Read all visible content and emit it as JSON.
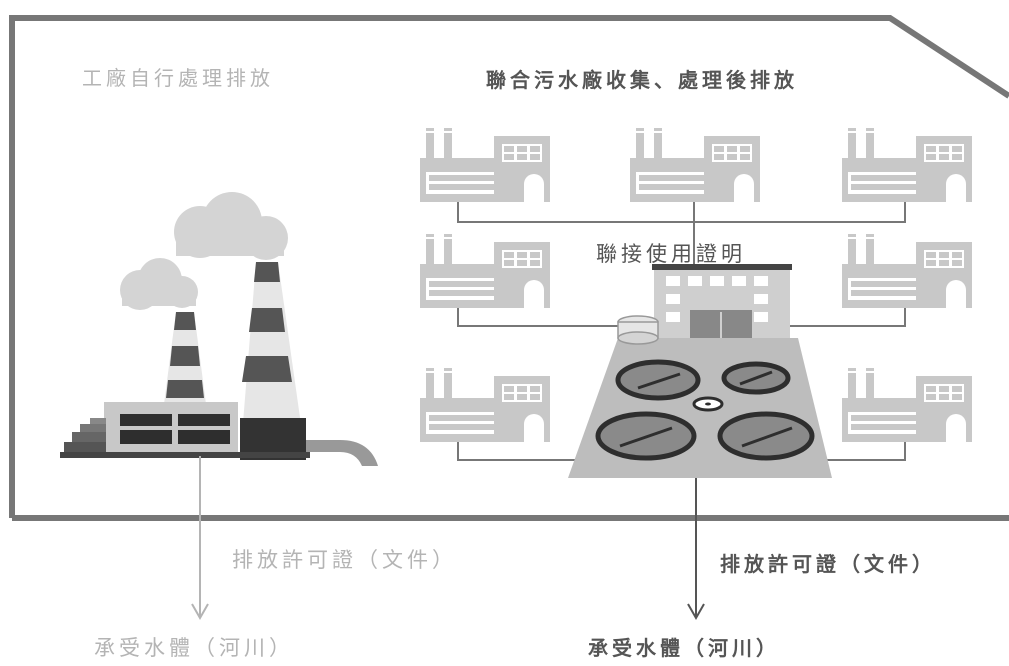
{
  "left_panel": {
    "title": "工廠自行處理排放",
    "permit_label": "排放許可證（文件）",
    "receiving_label": "承受水體（河川）"
  },
  "right_panel": {
    "title": "聯合污水廠收集、處理後排放",
    "connection_label": "聯接使用證明",
    "permit_label": "排放許可證（文件）",
    "receiving_label": "承受水體（河川）"
  }
}
